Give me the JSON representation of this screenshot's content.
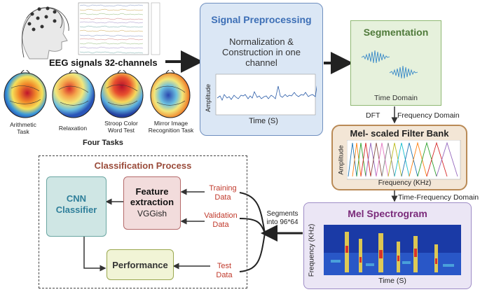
{
  "eeg": {
    "title": "EEG signals 32-channels",
    "tasks_heading": "Four Tasks",
    "tasks": [
      "Arithmetic\nTask",
      "Relaxation",
      "Stroop Color\nWord Test",
      "Mirror Image\nRecognition Task"
    ]
  },
  "preprocessing": {
    "title": "Signal Preprocessing",
    "description": "Normalization &\nConstruction in one\nchannel",
    "plot_ylabel": "Amplitude",
    "plot_xlabel": "Time (S)"
  },
  "segmentation": {
    "title": "Segmentation",
    "caption": "Time Domain"
  },
  "dft": {
    "label": "DFT",
    "domain": "Frequency Domain"
  },
  "filterbank": {
    "title": "Mel- scaled Filter Bank",
    "ylabel": "Amplitude",
    "xlabel": "Frequency (KHz)"
  },
  "tf_domain": "Time-Frequency Domain",
  "spectrogram": {
    "title": "Mel Spectrogram",
    "ylabel": "Frequency (KHz)",
    "xlabel": "Time (S)"
  },
  "segments_label": "Segments\ninto 96*64",
  "classification": {
    "title": "Classification Process",
    "cnn": "CNN\nClassifier",
    "feature_title": "Feature\nextraction",
    "feature_sub": "VGGish",
    "performance": "Performance",
    "training": "Training\nData",
    "validation": "Validation\nData",
    "test": "Test\nData"
  },
  "colors": {
    "preprocessing_border": "#6f8fbf",
    "preprocessing_fill": "#dbe7f5",
    "preprocessing_title": "#3d6fb6",
    "segmentation_border": "#8fb873",
    "segmentation_fill": "#e6f1dc",
    "segmentation_title": "#4f7a3a",
    "filterbank_border": "#b98a56",
    "filterbank_fill": "#f3e6d6",
    "spectrogram_border": "#9e8cc6",
    "spectrogram_fill": "#ebe6f5",
    "spectrogram_title": "#7a2a7a",
    "cnn_fill": "#cfe6e4",
    "cnn_border": "#6aa6a2",
    "cnn_text": "#2f7f9a",
    "feature_fill": "#f2dcdc",
    "feature_border": "#b46a6a",
    "performance_fill": "#f1f4d6",
    "performance_border": "#9aa84f",
    "classification_title": "#9a4b3a",
    "data_text": "#c0392b"
  }
}
